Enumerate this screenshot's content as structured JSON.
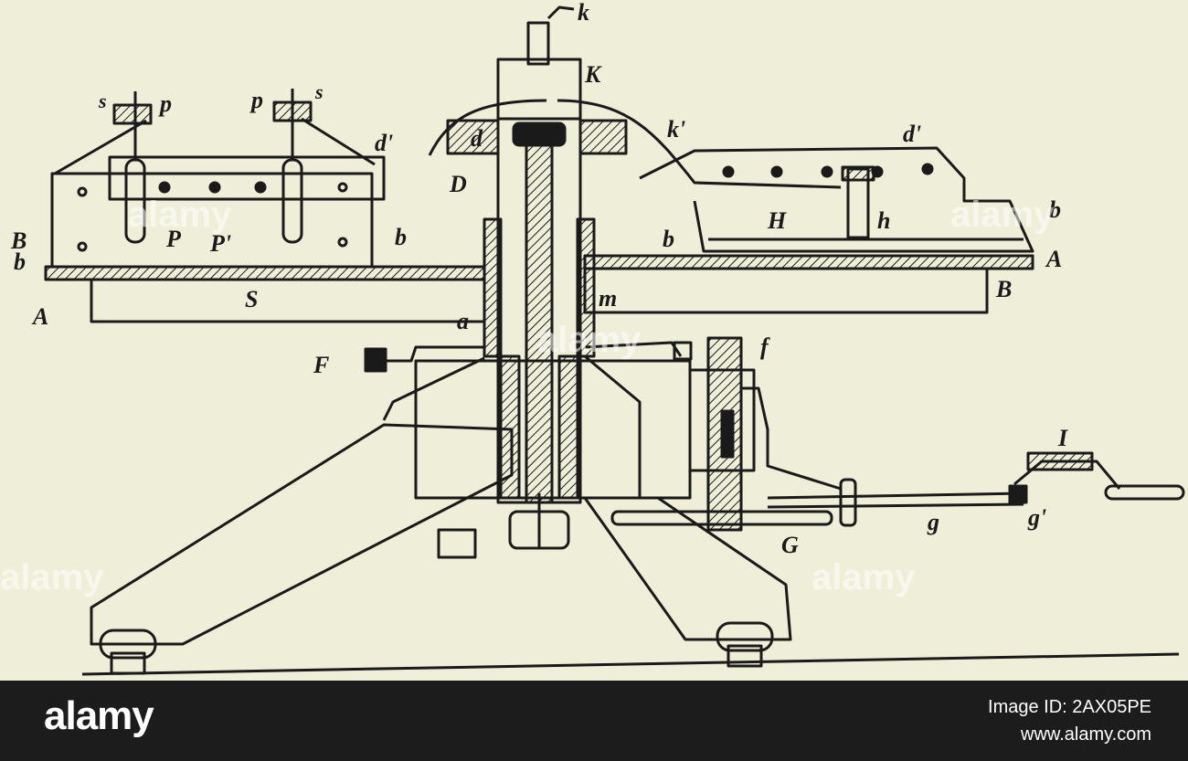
{
  "figure": {
    "labels": {
      "k": "k",
      "K": "K",
      "k_prime": "k'",
      "d": "d",
      "d_prime_left": "d'",
      "d_prime_right": "d'",
      "D": "D",
      "H": "H",
      "h": "h",
      "b_right_top": "b",
      "b_center": "b",
      "b_left": "b",
      "b_right_inner": "b",
      "B_left": "B",
      "B_right": "B",
      "A_left": "A",
      "A_right": "A",
      "s_left": "s",
      "p_left": "p",
      "p_right": "p",
      "s_right": "s",
      "P": "P",
      "P_prime": "P'",
      "S": "S",
      "m": "m",
      "a": "a",
      "F": "F",
      "f": "f",
      "I": "I",
      "g": "g",
      "g_prime": "g'",
      "G": "G"
    },
    "watermark": "alamy"
  },
  "footer": {
    "logo": "alamy",
    "image_id": "Image ID: 2AX05PE",
    "site": "www.alamy.com"
  },
  "colors": {
    "paper": "#efeed8",
    "ink": "#1a1a1a",
    "footer": "#1c1c1c"
  }
}
